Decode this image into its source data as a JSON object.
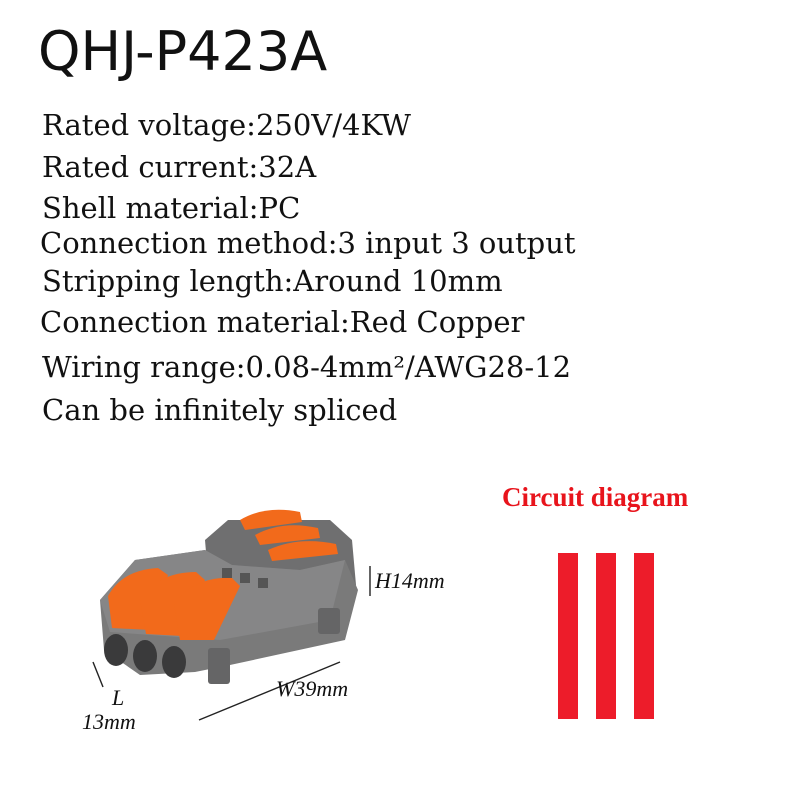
{
  "title": "QHJ-P423A",
  "specs": [
    "Rated voltage:250V/4KW",
    "Rated current:32A",
    "Shell material:PC",
    "Connection method:3 input 3 output",
    "Stripping length:Around 10mm",
    "Connection material:Red Copper",
    "Wiring range:0.08-4mm²/AWG28-12",
    "Can be infinitely spliced"
  ],
  "circuit_diagram": {
    "label": "Circuit diagram",
    "line_count": 3,
    "color": "#ed1c2a"
  },
  "dimensions": {
    "height": "H14mm",
    "width": "W39mm",
    "length_letter": "L",
    "length_value": "13mm"
  },
  "colors": {
    "housing": "#7a7a7a",
    "levers": "#f26a1b",
    "accent": "#e8141c"
  }
}
